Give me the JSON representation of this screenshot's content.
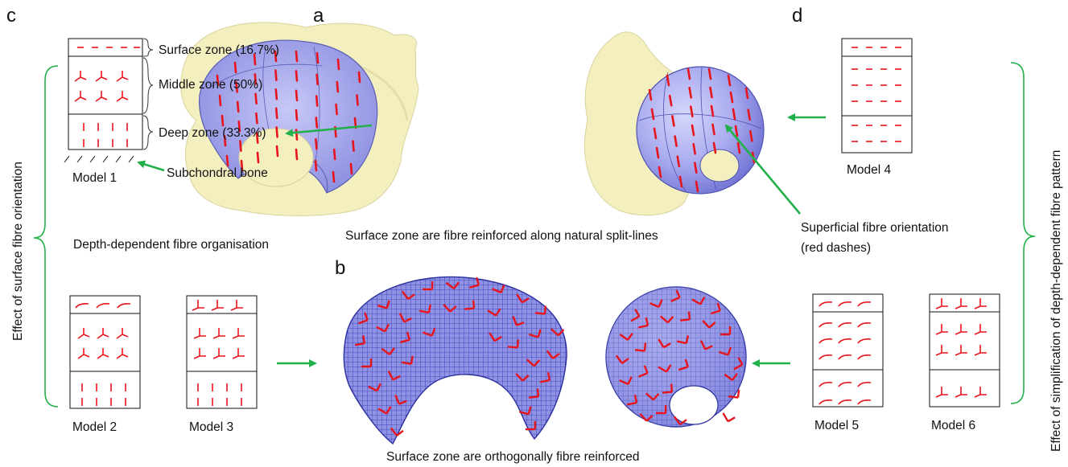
{
  "panels": {
    "a": "a",
    "b": "b",
    "c": "c",
    "d": "d"
  },
  "model1": {
    "zones": {
      "surface": "Surface zone (16.7%)",
      "middle": "Middle zone (50%)",
      "deep": "Deep zone (33.3%)"
    },
    "bone": "Subchondral bone",
    "name": "Model 1"
  },
  "depth_text": "Depth-dependent fibre organisation",
  "models": {
    "m2": "Model 2",
    "m3": "Model 3",
    "m4": "Model 4",
    "m5": "Model 5",
    "m6": "Model 6"
  },
  "captions": {
    "a": "Surface zone are fibre reinforced along natural split-lines",
    "b": "Surface zone are orthogonally fibre reinforced",
    "superficial_line1": "Superficial fibre orientation",
    "superficial_line2": "(red dashes)"
  },
  "side_labels": {
    "left": "Effect of surface fibre orientation",
    "right": "Effect of simplification of depth-dependent fibre pattern"
  },
  "colors": {
    "fibre": "#e8141c",
    "arrow": "#22b04a",
    "bone": "#f3efbf",
    "cartilage": "#a7a9f0",
    "mesh": "#3a3fc0"
  }
}
